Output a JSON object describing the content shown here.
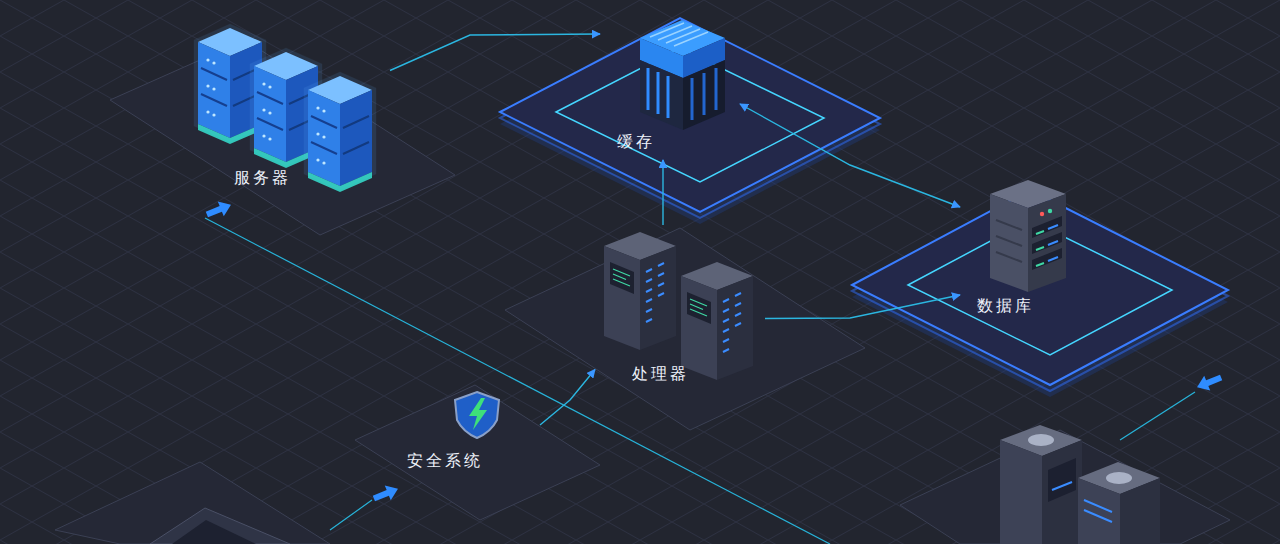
{
  "diagram": {
    "nodes": [
      {
        "text": [
          "服务器"
        ]
      },
      {
        "text": [
          "缓存"
        ]
      },
      {
        "text": [
          "处理器"
        ]
      },
      {
        "text": [
          "数据库"
        ]
      },
      {
        "text": [
          "安全系统"
        ]
      }
    ],
    "edges": [
      {
        "from": 0,
        "to": 1,
        "arrow": "to"
      },
      {
        "from": 2,
        "to": 1,
        "arrow": "to"
      },
      {
        "from": 1,
        "to": 3,
        "arrow": "both"
      },
      {
        "from": 2,
        "to": 3,
        "arrow": "to"
      },
      {
        "from": 4,
        "to": 2,
        "arrow": "to"
      }
    ]
  }
}
